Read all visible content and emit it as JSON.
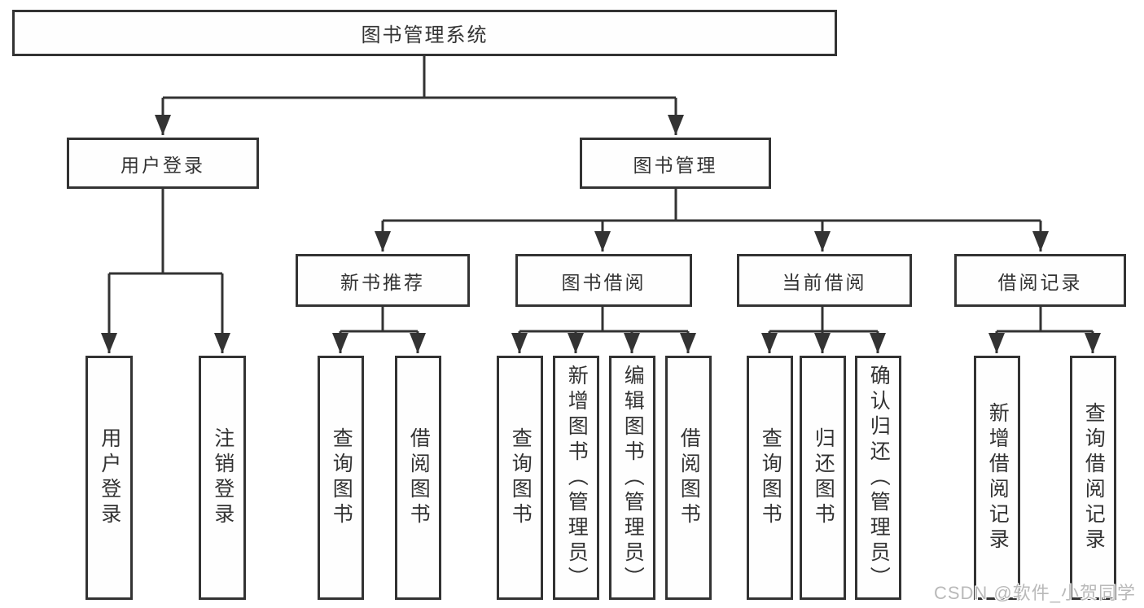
{
  "diagram_type": "hierarchy-tree",
  "colors": {
    "line": "#333333",
    "box_border": "#333333",
    "text": "#333333",
    "background": "#ffffff",
    "watermark": "#b9b9b9"
  },
  "watermark": {
    "text": "CSDN @软件_小贺同学"
  },
  "tree": {
    "root": {
      "label": "图书管理系统",
      "children": [
        {
          "label": "用户登录",
          "children": [
            {
              "label": "用户登录"
            },
            {
              "label": "注销登录"
            }
          ]
        },
        {
          "label": "图书管理",
          "children": [
            {
              "label": "新书推荐",
              "children": [
                {
                  "label": "查询图书"
                },
                {
                  "label": "借阅图书"
                }
              ]
            },
            {
              "label": "图书借阅",
              "children": [
                {
                  "label": "查询图书"
                },
                {
                  "label": "新增图书（管理员）"
                },
                {
                  "label": "编辑图书（管理员）"
                },
                {
                  "label": "借阅图书"
                }
              ]
            },
            {
              "label": "当前借阅",
              "children": [
                {
                  "label": "查询图书"
                },
                {
                  "label": "归还图书"
                },
                {
                  "label": "确认归还（管理员）"
                }
              ]
            },
            {
              "label": "借阅记录",
              "children": [
                {
                  "label": "新增借阅记录"
                },
                {
                  "label": "查询借阅记录"
                }
              ]
            }
          ]
        }
      ]
    }
  }
}
